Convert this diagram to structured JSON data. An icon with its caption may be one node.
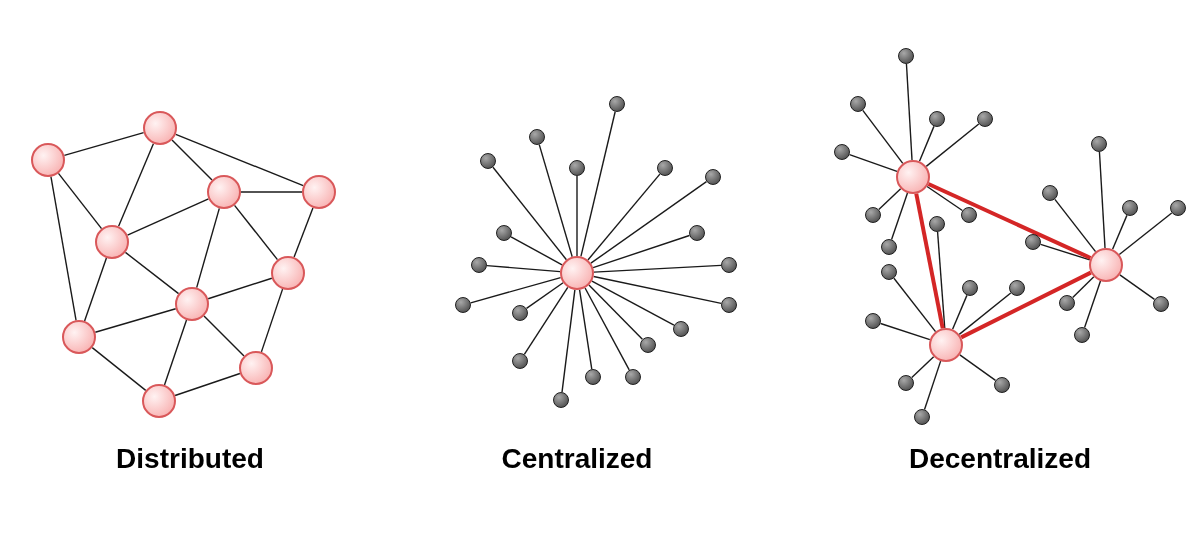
{
  "diagram": {
    "nodes": [
      {
        "text": [],
        "shape": "circle"
      },
      {
        "text": [],
        "shape": "circle"
      },
      {
        "text": [],
        "shape": "circle"
      },
      {
        "text": [],
        "shape": "circle"
      },
      {
        "text": [],
        "shape": "circle"
      },
      {
        "text": [],
        "shape": "circle"
      },
      {
        "text": [],
        "shape": "circle"
      },
      {
        "text": [],
        "shape": "circle"
      },
      {
        "text": [],
        "shape": "circle"
      },
      {
        "text": [],
        "shape": "circle"
      },
      {
        "text": [],
        "shape": "circle"
      },
      {
        "text": [],
        "shape": "circle"
      },
      {
        "text": [],
        "shape": "circle"
      },
      {
        "text": [],
        "shape": "circle"
      },
      {
        "text": [],
        "shape": "circle"
      },
      {
        "text": [],
        "shape": "circle"
      },
      {
        "text": [],
        "shape": "circle"
      },
      {
        "text": [],
        "shape": "circle"
      },
      {
        "text": [],
        "shape": "circle"
      },
      {
        "text": [],
        "shape": "circle"
      },
      {
        "text": [],
        "shape": "circle"
      },
      {
        "text": [],
        "shape": "circle"
      },
      {
        "text": [],
        "shape": "circle"
      },
      {
        "text": [],
        "shape": "circle"
      },
      {
        "text": [],
        "shape": "circle"
      },
      {
        "text": [],
        "shape": "circle"
      },
      {
        "text": [],
        "shape": "circle"
      },
      {
        "text": [],
        "shape": "circle"
      },
      {
        "text": [],
        "shape": "circle"
      },
      {
        "text": [],
        "shape": "circle"
      },
      {
        "text": [],
        "shape": "circle"
      },
      {
        "text": [],
        "shape": "circle"
      },
      {
        "text": [],
        "shape": "circle"
      },
      {
        "text": [],
        "shape": "circle"
      },
      {
        "text": [],
        "shape": "circle"
      },
      {
        "text": [],
        "shape": "circle"
      },
      {
        "text": [],
        "shape": "circle"
      },
      {
        "text": [],
        "shape": "circle"
      },
      {
        "text": [],
        "shape": "circle"
      },
      {
        "text": [],
        "shape": "circle"
      },
      {
        "text": [],
        "shape": "circle"
      },
      {
        "text": [],
        "shape": "circle"
      },
      {
        "text": [],
        "shape": "circle"
      },
      {
        "text": [],
        "shape": "circle"
      },
      {
        "text": [],
        "shape": "circle"
      },
      {
        "text": [],
        "shape": "circle"
      },
      {
        "text": [],
        "shape": "circle"
      },
      {
        "text": [],
        "shape": "circle"
      },
      {
        "text": [],
        "shape": "circle"
      },
      {
        "text": [],
        "shape": "circle"
      },
      {
        "text": [],
        "shape": "circle"
      },
      {
        "text": [],
        "shape": "circle"
      },
      {
        "text": [],
        "shape": "circle"
      },
      {
        "text": [],
        "shape": "circle"
      },
      {
        "text": [],
        "shape": "circle"
      },
      {
        "text": [],
        "shape": "circle"
      },
      {
        "text": [],
        "shape": "circle"
      }
    ],
    "edges": [
      {
        "from": 0,
        "to": 1,
        "arrow": "none"
      },
      {
        "from": 0,
        "to": 4,
        "arrow": "none"
      },
      {
        "from": 0,
        "to": 7,
        "arrow": "none"
      },
      {
        "from": 1,
        "to": 4,
        "arrow": "none"
      },
      {
        "from": 1,
        "to": 2,
        "arrow": "none"
      },
      {
        "from": 1,
        "to": 3,
        "arrow": "none"
      },
      {
        "from": 2,
        "to": 3,
        "arrow": "none"
      },
      {
        "from": 2,
        "to": 4,
        "arrow": "none"
      },
      {
        "from": 2,
        "to": 6,
        "arrow": "none"
      },
      {
        "from": 2,
        "to": 5,
        "arrow": "none"
      },
      {
        "from": 3,
        "to": 5,
        "arrow": "none"
      },
      {
        "from": 4,
        "to": 6,
        "arrow": "none"
      },
      {
        "from": 4,
        "to": 7,
        "arrow": "none"
      },
      {
        "from": 6,
        "to": 5,
        "arrow": "none"
      },
      {
        "from": 6,
        "to": 7,
        "arrow": "none"
      },
      {
        "from": 6,
        "to": 9,
        "arrow": "none"
      },
      {
        "from": 6,
        "to": 8,
        "arrow": "none"
      },
      {
        "from": 5,
        "to": 8,
        "arrow": "none"
      },
      {
        "from": 7,
        "to": 9,
        "arrow": "none"
      },
      {
        "from": 9,
        "to": 8,
        "arrow": "none"
      },
      {
        "from": 10,
        "to": 11,
        "arrow": "none"
      },
      {
        "from": 10,
        "to": 12,
        "arrow": "none"
      },
      {
        "from": 10,
        "to": 13,
        "arrow": "none"
      },
      {
        "from": 10,
        "to": 14,
        "arrow": "none"
      },
      {
        "from": 10,
        "to": 15,
        "arrow": "none"
      },
      {
        "from": 10,
        "to": 16,
        "arrow": "none"
      },
      {
        "from": 10,
        "to": 17,
        "arrow": "none"
      },
      {
        "from": 10,
        "to": 18,
        "arrow": "none"
      },
      {
        "from": 10,
        "to": 19,
        "arrow": "none"
      },
      {
        "from": 10,
        "to": 20,
        "arrow": "none"
      },
      {
        "from": 10,
        "to": 21,
        "arrow": "none"
      },
      {
        "from": 10,
        "to": 22,
        "arrow": "none"
      },
      {
        "from": 10,
        "to": 23,
        "arrow": "none"
      },
      {
        "from": 10,
        "to": 24,
        "arrow": "none"
      },
      {
        "from": 10,
        "to": 25,
        "arrow": "none"
      },
      {
        "from": 10,
        "to": 26,
        "arrow": "none"
      },
      {
        "from": 10,
        "to": 27,
        "arrow": "none"
      },
      {
        "from": 10,
        "to": 28,
        "arrow": "none"
      },
      {
        "from": 10,
        "to": 29,
        "arrow": "none"
      },
      {
        "from": 30,
        "to": 31,
        "arrow": "none"
      },
      {
        "from": 30,
        "to": 32,
        "arrow": "none"
      },
      {
        "from": 30,
        "to": 33,
        "arrow": "none"
      },
      {
        "from": 30,
        "to": 34,
        "arrow": "none"
      },
      {
        "from": 30,
        "to": 35,
        "arrow": "none"
      },
      {
        "from": 30,
        "to": 36,
        "arrow": "none"
      },
      {
        "from": 30,
        "to": 37,
        "arrow": "none"
      },
      {
        "from": 30,
        "to": 38,
        "arrow": "none"
      },
      {
        "from": 39,
        "to": 40,
        "arrow": "none"
      },
      {
        "from": 39,
        "to": 41,
        "arrow": "none"
      },
      {
        "from": 39,
        "to": 42,
        "arrow": "none"
      },
      {
        "from": 39,
        "to": 43,
        "arrow": "none"
      },
      {
        "from": 39,
        "to": 44,
        "arrow": "none"
      },
      {
        "from": 39,
        "to": 45,
        "arrow": "none"
      },
      {
        "from": 39,
        "to": 46,
        "arrow": "none"
      },
      {
        "from": 39,
        "to": 47,
        "arrow": "none"
      },
      {
        "from": 48,
        "to": 49,
        "arrow": "none"
      },
      {
        "from": 48,
        "to": 50,
        "arrow": "none"
      },
      {
        "from": 48,
        "to": 51,
        "arrow": "none"
      },
      {
        "from": 48,
        "to": 52,
        "arrow": "none"
      },
      {
        "from": 48,
        "to": 53,
        "arrow": "none"
      },
      {
        "from": 48,
        "to": 54,
        "arrow": "none"
      },
      {
        "from": 48,
        "to": 55,
        "arrow": "none"
      },
      {
        "from": 48,
        "to": 56,
        "arrow": "none"
      },
      {
        "from": 30,
        "to": 39,
        "arrow": "none",
        "style": "thick",
        "color": "#d42626"
      },
      {
        "from": 30,
        "to": 48,
        "arrow": "none",
        "style": "thick",
        "color": "#d42626"
      },
      {
        "from": 48,
        "to": 39,
        "arrow": "none",
        "style": "thick",
        "color": "#d42626"
      }
    ],
    "labels": [
      "Distributed",
      "Centralized",
      "Decentralized"
    ]
  }
}
